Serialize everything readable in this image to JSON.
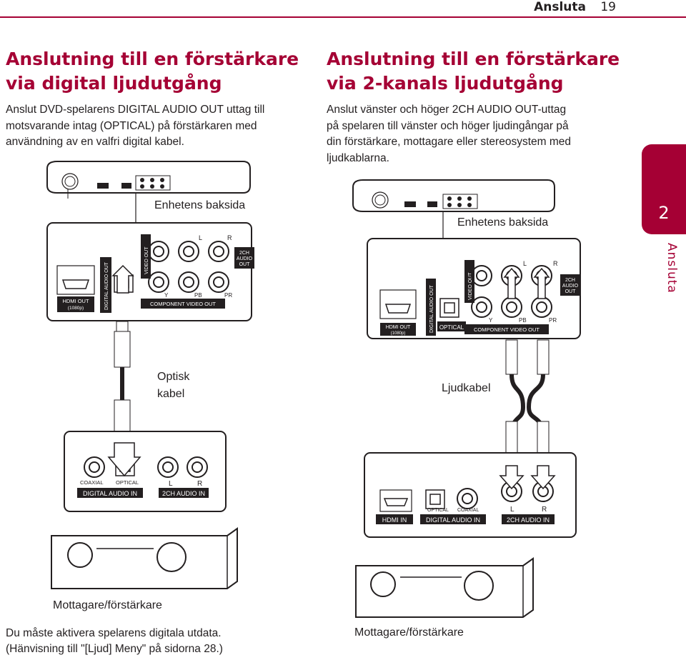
{
  "header": {
    "section": "Ansluta",
    "page": "19"
  },
  "left": {
    "title_line1": "Anslutning till en förstärkare",
    "title_line2": "via digital ljudutgång",
    "body_line1": "Anslut DVD-spelarens DIGITAL AUDIO OUT uttag till",
    "body_line2": "motsvarande intag (OPTICAL) på förstärkaren med",
    "body_line3": "användning av en valfri digital kabel.",
    "rear_label": "Enhetens baksida",
    "cable_label_line1": "Optisk",
    "cable_label_line2": "kabel",
    "receiver_label": "Mottagare/förstärkare",
    "note_line1": "Du måste aktivera spelarens digitala utdata.",
    "note_line2": "(Hänvisning till \"[Ljud] Meny\" på sidorna 28.)",
    "player_panel": {
      "hdmi": "HDMI OUT",
      "hdmi_sub": "(1080p)",
      "digital": "DIGITAL AUDIO OUT",
      "video": "VIDEO OUT",
      "l": "L",
      "r": "R",
      "ch_line1": "2CH",
      "ch_line2": "AUDIO",
      "ch_line3": "OUT",
      "y": "Y",
      "pb": "PB",
      "pr": "PR",
      "component": "COMPONENT VIDEO OUT"
    },
    "amp_panel": {
      "coaxial": "COAXIAL",
      "optical": "OPTICAL",
      "digital_in": "DIGITAL AUDIO IN",
      "l": "L",
      "r": "R",
      "ch_in": "2CH AUDIO IN"
    }
  },
  "right": {
    "title_line1": "Anslutning till en förstärkare",
    "title_line2": "via 2-kanals ljudutgång",
    "body_line1": "Anslut vänster och höger 2CH AUDIO OUT-uttag",
    "body_line2": "på spelaren till vänster och höger ljudingångar på",
    "body_line3": "din förstärkare, mottagare eller stereosystem med",
    "body_line4": "ljudkablarna.",
    "rear_label": "Enhetens baksida",
    "cable_label": "Ljudkabel",
    "receiver_label": "Mottagare/förstärkare",
    "player_panel": {
      "hdmi": "HDMI OUT",
      "hdmi_sub": "(1080p)",
      "digital": "DIGITAL AUDIO OUT",
      "optical": "OPTICAL",
      "video": "VIDEO OUT",
      "l": "L",
      "r": "R",
      "ch_line1": "2CH",
      "ch_line2": "AUDIO",
      "ch_line3": "OUT",
      "y": "Y",
      "pb": "PB",
      "pr": "PR",
      "component": "COMPONENT VIDEO OUT"
    },
    "amp_panel": {
      "optical": "OPTICAL",
      "coaxial": "COAXIAL",
      "hdmi_in": "HDMI IN",
      "digital_in": "DIGITAL AUDIO IN",
      "l": "L",
      "r": "R",
      "ch_in": "2CH AUDIO IN"
    }
  },
  "side": {
    "number": "2",
    "text": "Ansluta"
  },
  "colors": {
    "accent": "#a50034",
    "text": "#231f20"
  }
}
